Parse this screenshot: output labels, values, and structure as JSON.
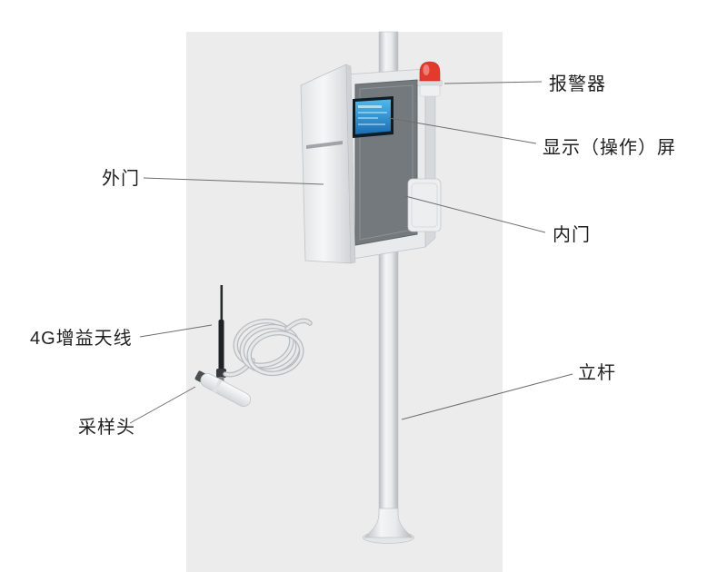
{
  "labels": {
    "alarm": "报警器",
    "display_screen": "显示（操作）屏",
    "outer_door": "外门",
    "inner_door": "内门",
    "antenna_4g": "4G增益天线",
    "sampling_head": "采样头",
    "pole": "立杆"
  },
  "colors": {
    "background": "#ffffff",
    "panel_gray": "#ececec",
    "alarm_red": "#e23b2e",
    "screen_blue": "#2f9fd9",
    "cabinet_inner_gray": "#73797d",
    "label_text": "#1f1f1f",
    "leader_line": "#6e6e6e"
  }
}
